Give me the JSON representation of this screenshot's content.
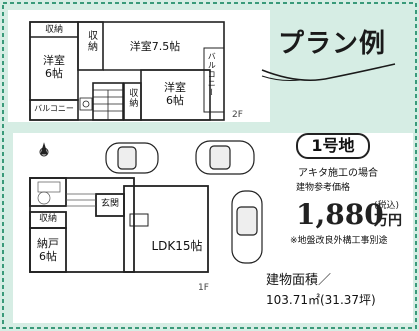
{
  "floor2": {
    "floor_label": "2F",
    "rooms": {
      "closet_left": "収納",
      "closet_top": "収納",
      "closet_mid": "収納",
      "western_left": "洋室\n6帖",
      "western_top": "洋室7.5帖",
      "western_right": "洋室\n6帖",
      "balcony_left": "バルコニー",
      "balcony_right": "バルコニー"
    }
  },
  "floor1": {
    "floor_label": "1F",
    "rooms": {
      "entrance": "玄関",
      "closet": "収納",
      "storage": "納戸\n6帖",
      "ldk": "LDK15帖"
    }
  },
  "title": "プラン例",
  "plan_number": "1号地",
  "pricing": {
    "heading": "アキタ施工の場合",
    "subheading": "建物参考価格",
    "price": "1,880",
    "tax_note": "(税込)",
    "unit": "万円",
    "note": "※地盤改良外構工事別途"
  },
  "building_area": {
    "label": "建物面積／",
    "value": "103.71㎡(31.37坪)"
  },
  "colors": {
    "frame_green": "#3a9a7a",
    "bg_green": "#d6ede4",
    "title_ink": "#1a1a1a"
  }
}
